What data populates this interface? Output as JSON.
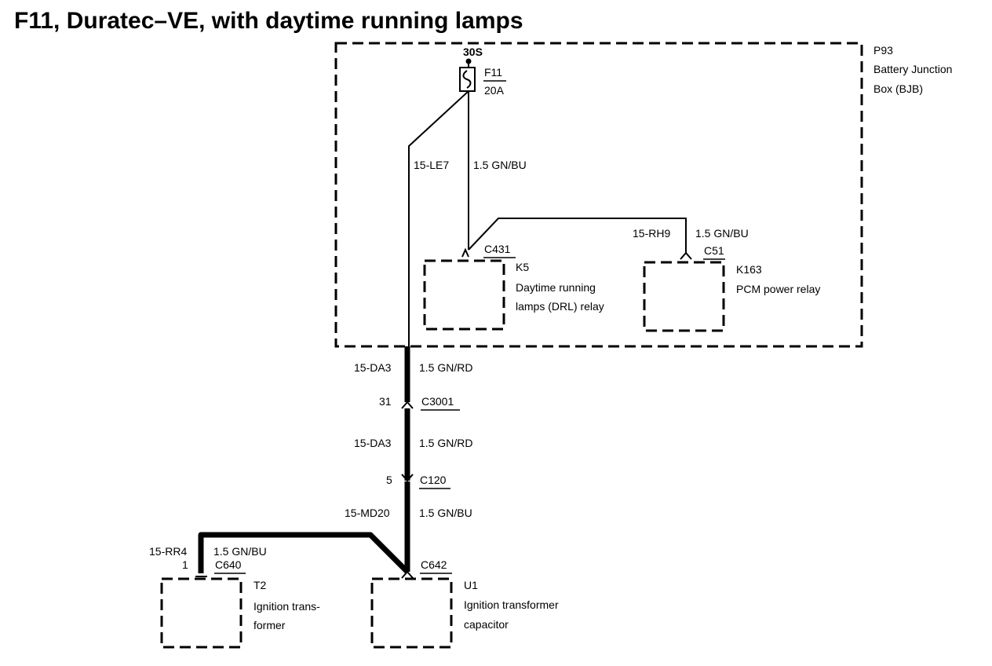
{
  "title": "F11, Duratec–VE, with daytime running lamps",
  "bjb": {
    "id": "P93",
    "name_line1": "Battery Junction",
    "name_line2": "Box (BJB)"
  },
  "fuse": {
    "supply": "30S",
    "id": "F11",
    "rating": "20A"
  },
  "wires": {
    "le7": {
      "circuit": "15-LE7",
      "spec": "1.5 GN/BU"
    },
    "rh9": {
      "circuit": "15-RH9",
      "spec": "1.5 GN/BU"
    },
    "da3_top": {
      "circuit": "15-DA3",
      "spec": "1.5 GN/RD"
    },
    "da3_bottom": {
      "circuit": "15-DA3",
      "spec": "1.5 GN/RD"
    },
    "md20": {
      "circuit": "15-MD20",
      "spec": "1.5 GN/BU"
    },
    "rr4": {
      "circuit": "15-RR4",
      "spec": "1.5 GN/BU"
    }
  },
  "connectors": {
    "c431": "C431",
    "c51": "C51",
    "c3001": {
      "name": "C3001",
      "pin": "31"
    },
    "c120": {
      "name": "C120",
      "pin": "5"
    },
    "c640": {
      "name": "C640",
      "pin": "1"
    },
    "c642": "C642"
  },
  "components": {
    "k5": {
      "id": "K5",
      "line1": "Daytime running",
      "line2": "lamps (DRL) relay"
    },
    "k163": {
      "id": "K163",
      "line1": "PCM power relay"
    },
    "t2": {
      "id": "T2",
      "line1": "Ignition trans-",
      "line2": "former"
    },
    "u1": {
      "id": "U1",
      "line1": "Ignition transformer",
      "line2": "capacitor"
    }
  }
}
